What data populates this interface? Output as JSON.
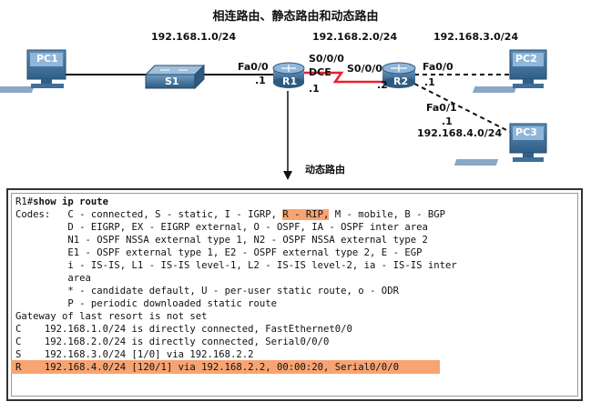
{
  "title": "相连路由、静态路由和动态路由",
  "networks": {
    "net1": "192.168.1.0/24",
    "net2": "192.168.2.0/24",
    "net3": "192.168.3.0/24",
    "net4": "192.168.4.0/24"
  },
  "devices": {
    "pc1": "PC1",
    "s1": "S1",
    "r1": "R1",
    "r2": "R2",
    "pc2": "PC2",
    "pc3": "PC3"
  },
  "interfaces": {
    "r1_fa00": "Fa0/0",
    "r1_fa00_ip": ".1",
    "r1_s000": "S0/0/0",
    "r1_dce": "DCE",
    "r1_s000_ip": ".1",
    "r2_s000": "S0/0/0",
    "r2_s000_ip": ".2",
    "r2_fa00": "Fa0/0",
    "r2_fa00_ip": ".1",
    "r2_fa01": "Fa0/1",
    "r2_fa01_ip": ".1"
  },
  "arrow_label": "动态路由",
  "colors": {
    "serial_link": "#e8202a",
    "highlight": "#f7a472",
    "device_blue": "#3d6f9a"
  },
  "console": {
    "prompt": "R1#",
    "command": "show ip route",
    "codes_line1_pre": "Codes:   C - connected, S - static, I - IGRP, ",
    "codes_line1_hl": "R - RIP,",
    "codes_line1_post": " M - mobile, B - BGP",
    "codes_lines": [
      "         D - EIGRP, EX - EIGRP external, O - OSPF, IA - OSPF inter area",
      "         N1 - OSPF NSSA external type 1, N2 - OSPF NSSA external type 2",
      "         E1 - OSPF external type 1, E2 - OSPF external type 2, E - EGP",
      "         i - IS-IS, L1 - IS-IS level-1, L2 - IS-IS level-2, ia - IS-IS inter",
      "         area",
      "         * - candidate default, U - per-user static route, o - ODR",
      "         P - periodic downloaded static route"
    ],
    "gateway": "Gateway of last resort is not set",
    "routes": [
      "C    192.168.1.0/24 is directly connected, FastEthernet0/0",
      "C    192.168.2.0/24 is directly connected, Serial0/0/0",
      "S    192.168.3.0/24 [1/0] via 192.168.2.2",
      "R    192.168.4.0/24 [120/1] via 192.168.2.2, 00:00:20, Serial0/0/0"
    ]
  }
}
